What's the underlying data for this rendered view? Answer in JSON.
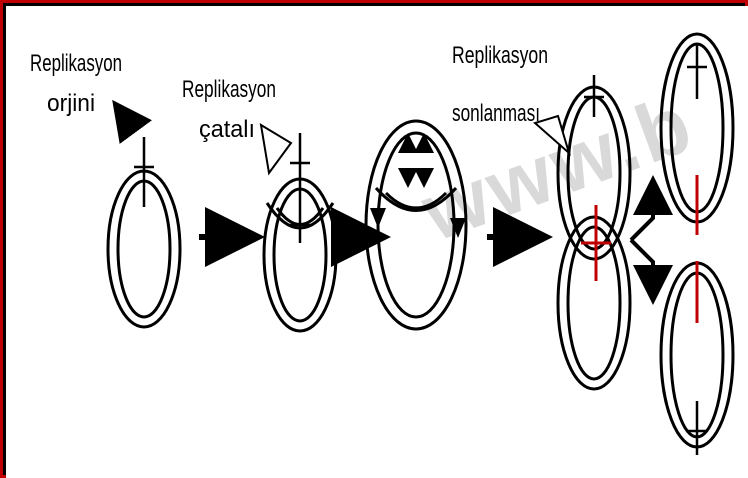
{
  "labels": {
    "origin_line1": "Replikasyon",
    "origin_line2": "orjini",
    "fork_line1": "Replikasyon",
    "fork_line2": "çatalı",
    "termination_line1": "Replikasyon",
    "termination_line2": "sonlanması"
  },
  "watermark": "www.b",
  "colors": {
    "frame": "#c00000",
    "strand": "#000000",
    "marker": "#c00000",
    "watermark": "#d9d9d9"
  }
}
